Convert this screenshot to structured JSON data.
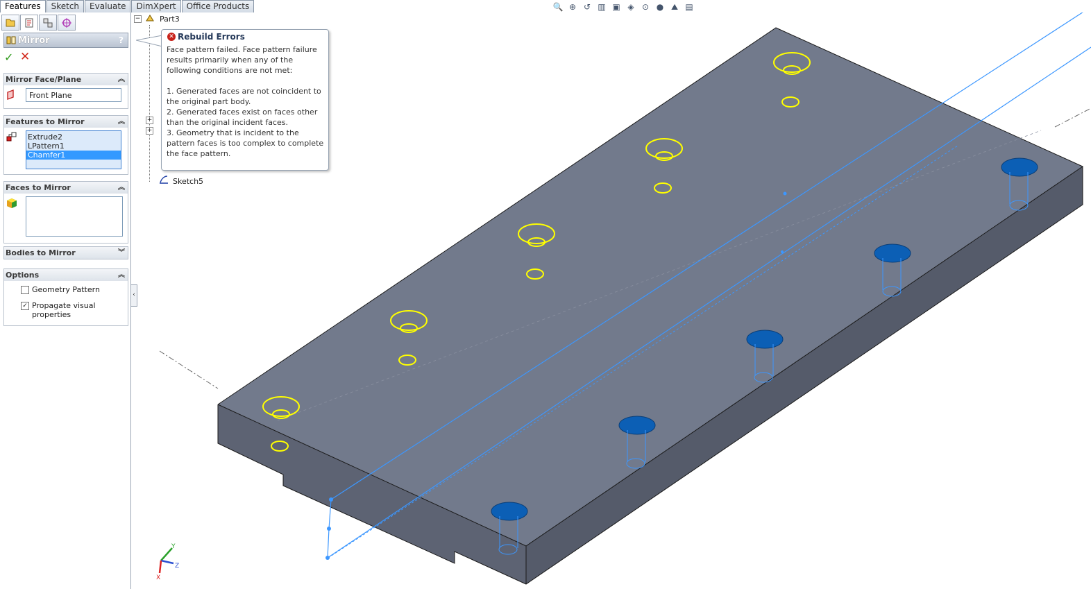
{
  "tabs": [
    "Features",
    "Sketch",
    "Evaluate",
    "DimXpert",
    "Office Products"
  ],
  "panel": {
    "title": "Mirror",
    "help": "?",
    "ok": "✓",
    "cancel": "✕",
    "mirror_plane": {
      "label": "Mirror Face/Plane",
      "value": "Front Plane"
    },
    "features": {
      "label": "Features to Mirror",
      "items": [
        "Extrude2",
        "LPattern1",
        "Chamfer1"
      ]
    },
    "faces": {
      "label": "Faces to Mirror"
    },
    "bodies": {
      "label": "Bodies to Mirror"
    },
    "options": {
      "label": "Options",
      "geometry_pattern": {
        "label": "Geometry Pattern",
        "checked": false
      },
      "propagate": {
        "label": "Propagate visual properties",
        "checked": true
      }
    }
  },
  "tree": {
    "root": "Part3",
    "last": "Sketch5"
  },
  "tooltip": {
    "title": "Rebuild Errors",
    "body": "Face pattern failed. Face pattern failure results primarily when any of the following conditions are not met:\n\n1. Generated faces are not coincident to the original part body.\n2. Generated faces exist on faces other than the original incident faces.\n3. Geometry that is incident to the pattern faces is too complex to complete the face pattern."
  },
  "triad": {
    "x": "X",
    "y": "Y",
    "z": "Z"
  },
  "colors": {
    "body_top": "#727a8c",
    "body_side": "#5d6373",
    "highlight": "#ffff00",
    "selection": "#3c97ff",
    "hole_fill": "#0c5fb5"
  }
}
